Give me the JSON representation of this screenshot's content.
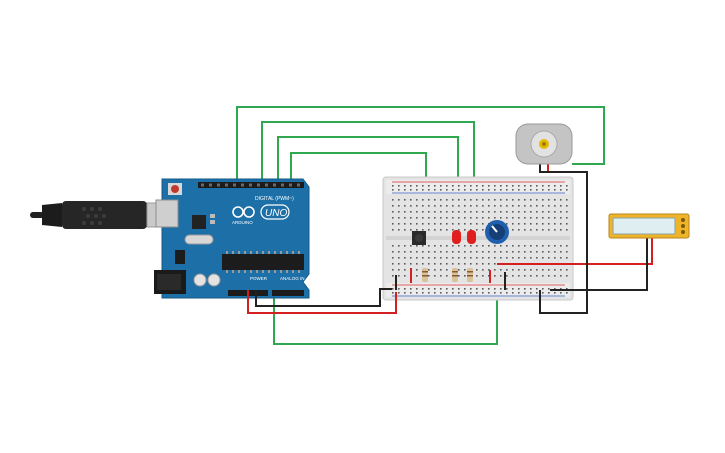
{
  "arduino": {
    "brand_text": "ARDUINO",
    "model_text": "UNO",
    "digital_header_label": "DIGITAL (PWM~)",
    "power_label": "POWER",
    "analog_label": "ANALOG IN"
  },
  "colors": {
    "wire_green": "#2fa84f",
    "wire_red": "#d31f1f",
    "wire_black": "#222222",
    "board_blue": "#1d6fa8",
    "breadboard": "#e4e4e4",
    "lcd_frame": "#f0b429",
    "lcd_screen": "#dfeef0",
    "led_red": "#e01e1e",
    "pot_blue": "#1f5fae"
  },
  "icons": [
    "usb-cable-icon",
    "dc-motor-icon",
    "push-button-icon",
    "potentiometer-icon",
    "led-icon",
    "resistor-icon",
    "lcd-module-icon"
  ]
}
